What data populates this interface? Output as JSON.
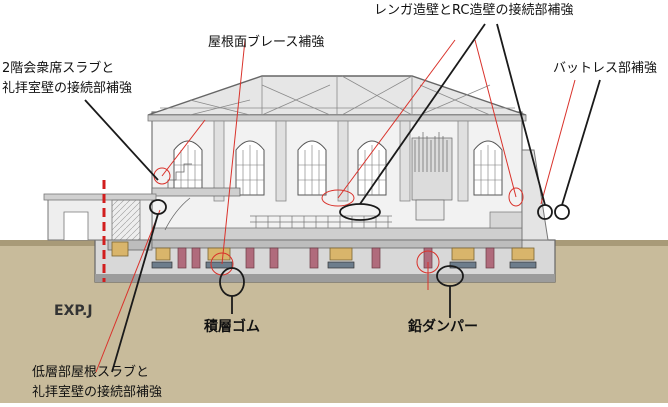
{
  "labels": {
    "roof_brace": "屋根面ブレース補強",
    "brick_rc": "レンガ造壁とRC造壁の接続部補強",
    "buttress": "バットレス部補強",
    "slab2f_line1": "2階会衆席スラブと",
    "slab2f_line2": "礼拝室壁の接続部補強",
    "low_roof_line1": "低層部屋根スラブと",
    "low_roof_line2": "礼拝室壁の接続部補強",
    "rubber": "積層ゴム",
    "damper": "鉛ダンパー",
    "exp_j": "EXP.J"
  },
  "colors": {
    "outline": "#6b6b6b",
    "wall_fill": "#ececec",
    "roof_fill": "#e2e2e2",
    "ground": "#b5a88a",
    "pit": "#dcdcdc",
    "isolator": "#d9b56b",
    "damper": "#b0697a",
    "leader_red": "#d9322b",
    "leader_black": "#1a1a1a",
    "expj": "#d21e1e"
  }
}
